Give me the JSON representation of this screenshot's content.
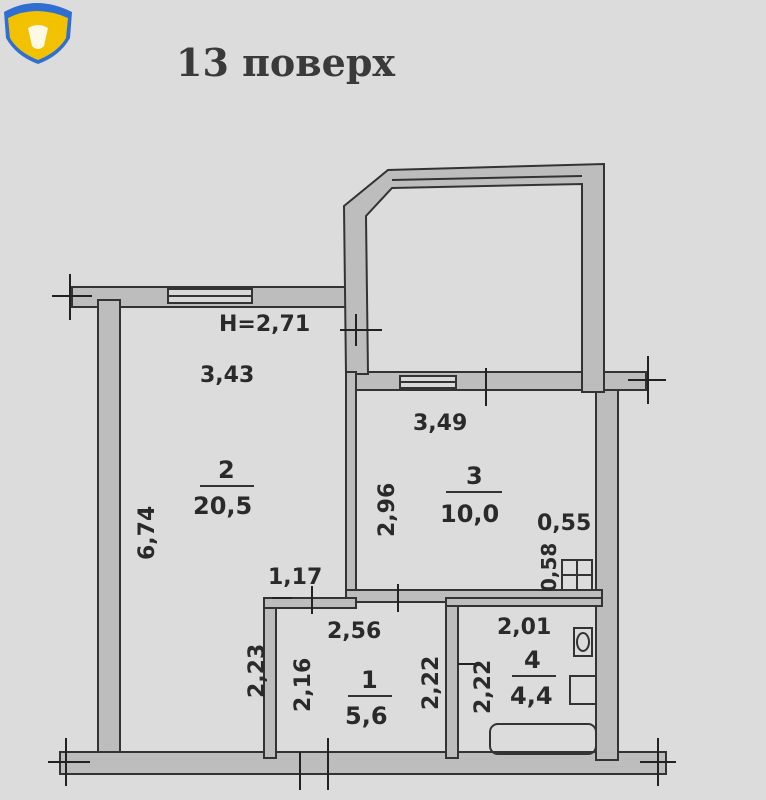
{
  "floor_label": "13 поверх",
  "ceiling_height": "H=2,71",
  "rooms": [
    {
      "number": "2",
      "area": "20,5"
    },
    {
      "number": "3",
      "area": "10,0"
    },
    {
      "number": "1",
      "area": "5,6"
    },
    {
      "number": "4",
      "area": "4,4"
    }
  ],
  "dimensions": {
    "room2_width": "3,43",
    "room2_length": "6,74",
    "room3_width": "3,49",
    "room3_length": "2,96",
    "room3_niche_w": "0,55",
    "room3_niche_h": "0,58",
    "hall_offset": "1,17",
    "hall_width": "2,56",
    "hall_left": "2,16",
    "hall_right": "2,22",
    "wall_left_lower": "2,23",
    "bath_width": "2,01",
    "bath_left": "2,22"
  },
  "colors": {
    "background": "#dcdcdc",
    "wall_fill": "#bdbdbd",
    "line": "#333333",
    "logo_yellow": "#f2c200",
    "logo_blue": "#2f6fd1"
  }
}
